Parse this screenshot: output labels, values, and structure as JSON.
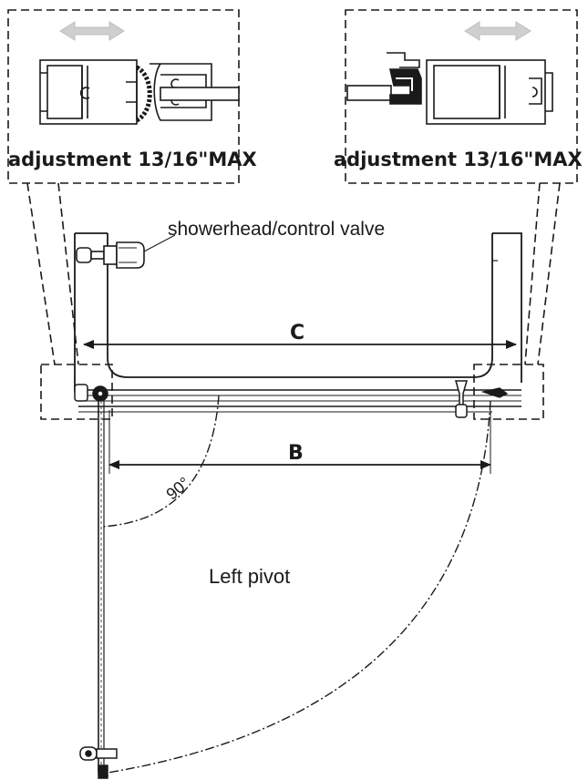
{
  "callouts": {
    "left_adjustment": "adjustment 13/16\"MAX",
    "right_adjustment": "adjustment 13/16\"MAX"
  },
  "labels": {
    "showerhead": "showerhead/control valve",
    "dimension_c": "C",
    "dimension_b": "B",
    "angle": "90°",
    "pivot": "Left pivot"
  }
}
